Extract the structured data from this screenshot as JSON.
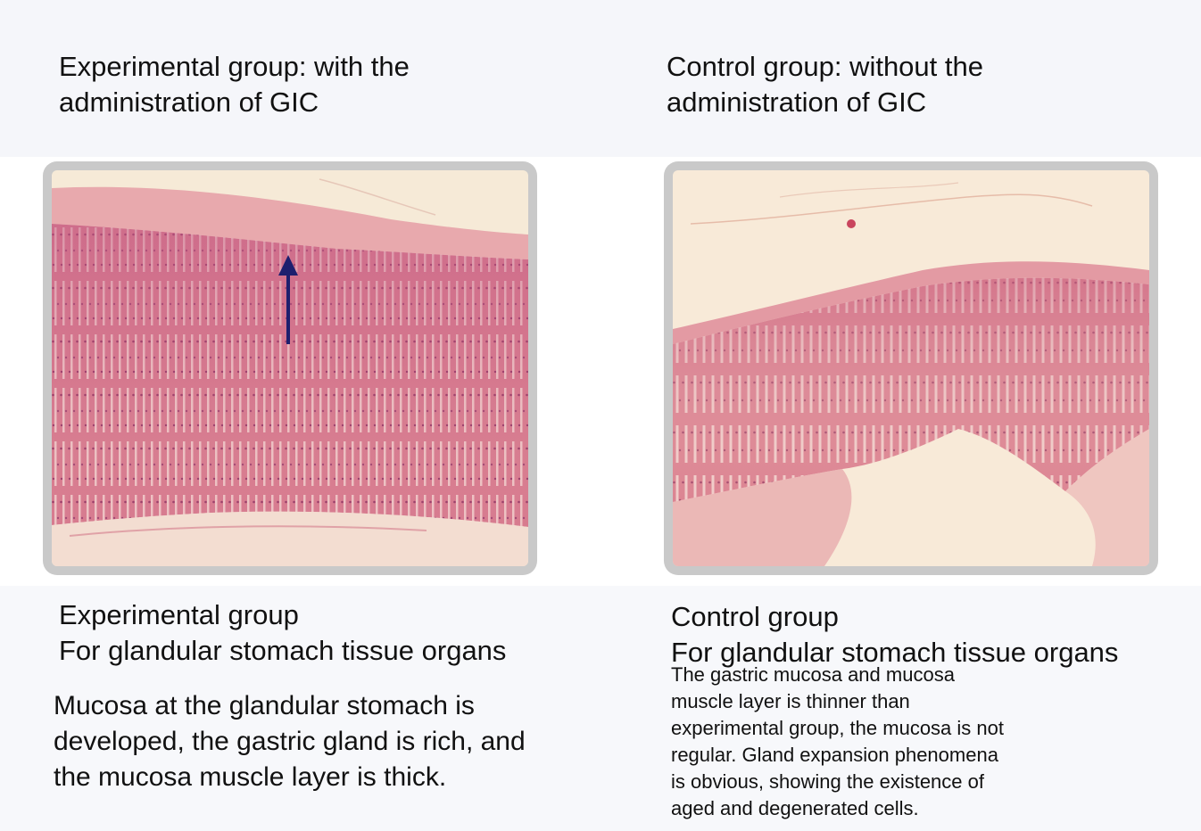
{
  "panels": [
    {
      "header": {
        "line1": "Experimental group: with the",
        "line2": "administration of GIC"
      },
      "image": {
        "kind": "histology micrograph",
        "stain_color": "#d9798c",
        "background_color": "#f6ead7",
        "annotation": "arrow pointing to mucosa",
        "arrow_color": "#1e1f6e"
      },
      "caption": {
        "line1": "Experimental group",
        "line2": "For glandular stomach tissue organs"
      },
      "description": {
        "line1": "Mucosa at the glandular stomach is",
        "line2": "developed, the gastric gland is rich, and",
        "line3": "the mucosa muscle layer is thick."
      }
    },
    {
      "header": {
        "line1": "Control group: without the",
        "line2": "administration of GIC"
      },
      "image": {
        "kind": "histology micrograph",
        "stain_color": "#d97f8e",
        "background_color": "#f8ead8"
      },
      "caption": {
        "line1": "Control group",
        "line2": "For glandular stomach tissue organs"
      },
      "description": {
        "line1": "The gastric mucosa and mucosa",
        "line2": "muscle layer is thinner than",
        "line3": "experimental group, the mucosa is not",
        "line4": "regular. Gland expansion phenomena",
        "line5": "is obvious, showing the existence of",
        "line6": "aged and degenerated cells."
      }
    }
  ]
}
